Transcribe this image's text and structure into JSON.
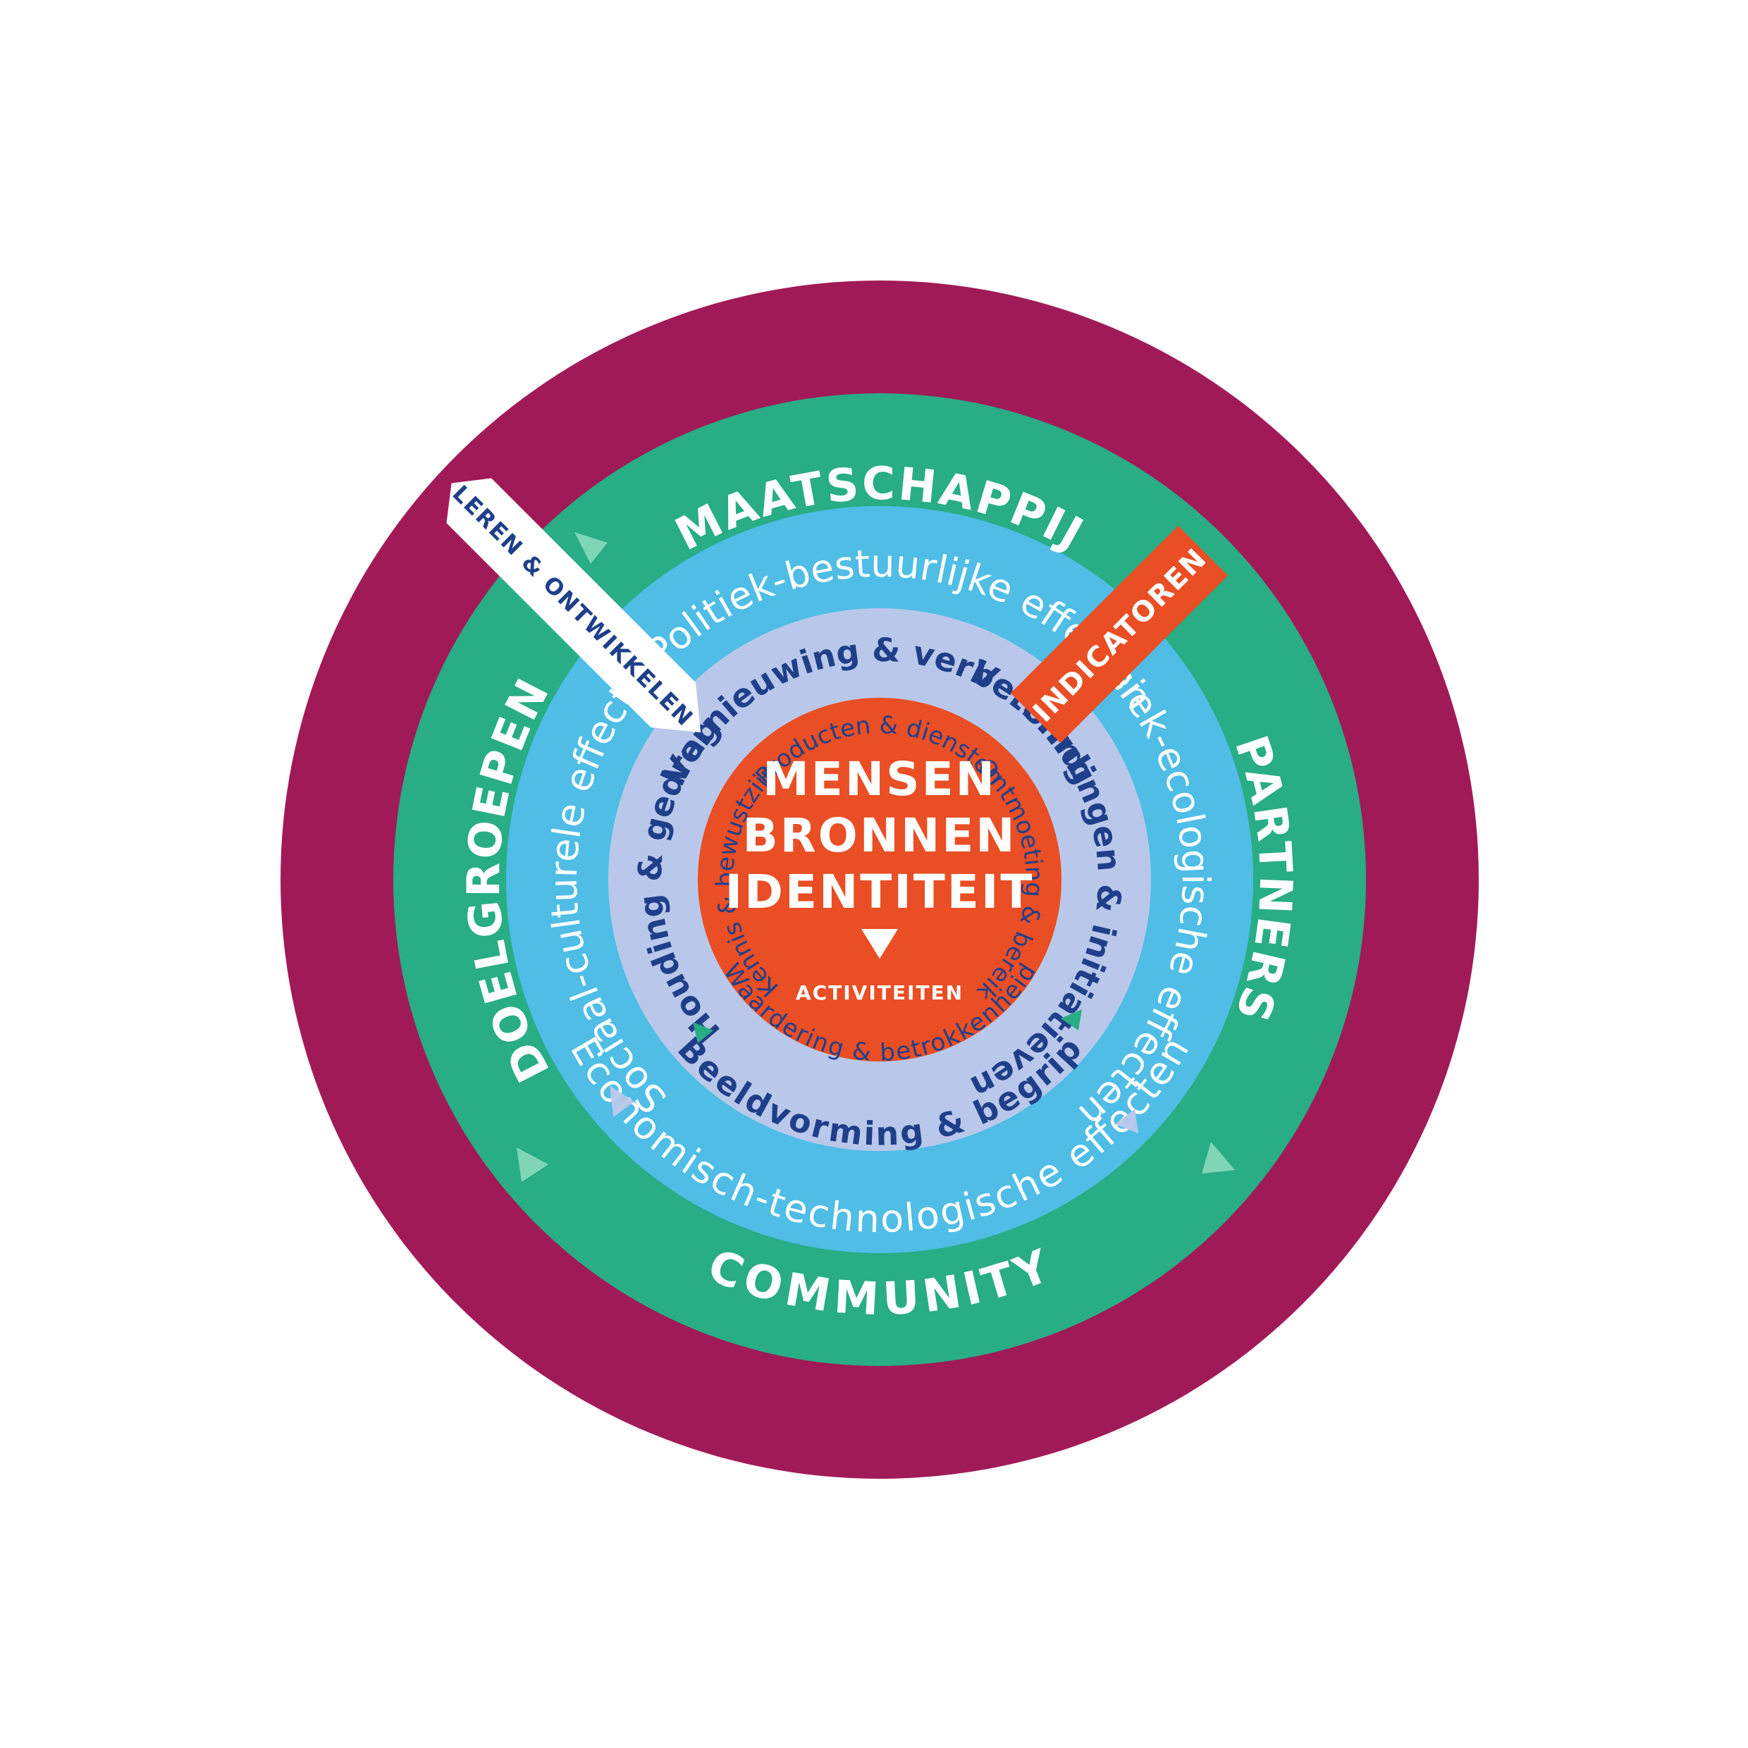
{
  "colors": {
    "outer_ring": "#a11a58",
    "green_ring": "#28ad84",
    "blue_ring": "#4fbde6",
    "pale_ring": "#b9c8ea",
    "core": "#e94e24",
    "indicator": "#e94e24",
    "text_dark": "#1f3f8a",
    "white": "#ffffff"
  },
  "outer_ring": {
    "top": "MAATSCHAPPIJ",
    "right": "PARTNERS",
    "bottom": "COMMUNITY",
    "left": "DOELGROEPEN"
  },
  "green_ring": {
    "top": "Politiek-bestuurlijke effecten",
    "right": "Fysiek-ecologische effecten",
    "bottom": "Economisch-technologische effecten",
    "left": "Sociaal-culturele effecten"
  },
  "blue_ring": {
    "top": "Vernieuwing & verbetering",
    "right": "Verbindingen & initiatieven",
    "bottom": "Beeldvorming & begrip",
    "left": "Houding & gedrag"
  },
  "pale_ring": {
    "top": "Producten & diensten",
    "right": "Ontmoeting & bereik",
    "bottom": "Waardering & betrokkenheid",
    "left": "Kennis & bewustzijn"
  },
  "core": {
    "line1": "MENSEN",
    "line2": "BRONNEN",
    "line3": "IDENTITEIT",
    "sub": "ACTIVITEITEN"
  },
  "arrow_label": "LEREN & ONTWIKKELEN",
  "indicator_label": "INDICATOREN",
  "triangle_icon": "down-triangle-icon"
}
